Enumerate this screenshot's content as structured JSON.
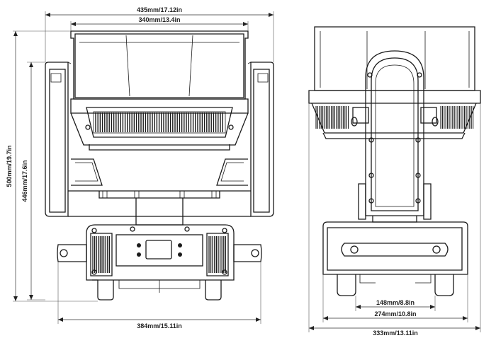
{
  "front_view": {
    "total_width": "435mm/17.12in",
    "head_width": "340mm/13.4in",
    "height_total": "500mm/19.7in",
    "height_inner": "446mm/17.6in",
    "base_width": "384mm/15.11in"
  },
  "side_view": {
    "feet_span": "148mm/8.8in",
    "base_width": "274mm/10.8in",
    "total_width": "333mm/13.11in"
  }
}
